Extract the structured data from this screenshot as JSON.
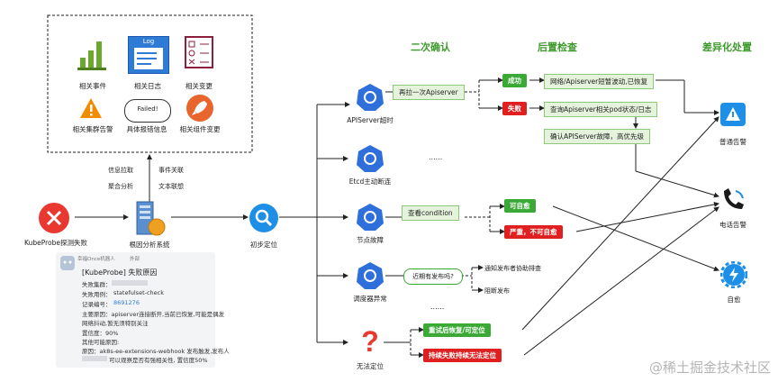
{
  "headers": {
    "confirm": "二次确认",
    "post_check": "后置检查",
    "differentiated": "差异化处置"
  },
  "evidence": {
    "events": "相关事件",
    "logs": "相关日志",
    "log_tag": "Log",
    "changes": "相关变更",
    "cluster_alerts": "相关集群告警",
    "error_info": "具体报错信息",
    "failed_bubble": "Failed!",
    "component_changes": "相关组件变更"
  },
  "flow": {
    "info_fetch": "信息拉取",
    "event_assoc": "事件关联",
    "aggregate": "聚合分析",
    "text_assoc": "文本联想",
    "probe_fail": "KubeProbe探测失败",
    "root_cause": "根因分析系统",
    "locate": "初步定位"
  },
  "branches": {
    "apiserver_timeout": "APIServer超时",
    "etcd_disconnect": "Etcd主动断连",
    "node_fault": "节点故障",
    "scheduler_error": "调度器异常",
    "cannot_locate": "无法定位",
    "ellipsis": "......",
    "ellipsis_scheduler": "......"
  },
  "actions": {
    "retry_apiserver": "再拉一次Apiserver",
    "success": "成功",
    "fail": "失败",
    "network_jitter": "网络/Apiserver短暂波动,已恢复",
    "query_pod": "查询Apiserver相关pod状态/日志",
    "confirm_fault": "确认APIServer故障，高优先级",
    "check_condition": "查看condition",
    "self_heal_ok": "可自愈",
    "severe_no_heal": "严重，不可自愈",
    "recent_release": "近期有发布吗?",
    "notify_release": "通知发布者协助排查",
    "block_release": "阻断发布",
    "retry_ok": "重试后恢复/可定位",
    "keep_fail": "持续失败持续无法定位"
  },
  "outcomes": {
    "normal_alert": "普通告警",
    "phone_alert": "电话告警",
    "self_heal": "自愈"
  },
  "card": {
    "sender": "幸福Once机器人",
    "tag": "外部",
    "title": "[KubeProbe] 失败原因",
    "cluster_label": "失败集群：",
    "case_label": "失败用例：",
    "case_value": "statefulset-check",
    "record_label": "记录编号：",
    "record_value": "8691276",
    "reason_line1": "主要原因：apiserver连接断开,当前已恢复,可能是偶发",
    "reason_line2": "网络抖动,暂无须特别关注",
    "confidence": "置信度：90%",
    "other_reasons": "其他可能原因:",
    "reason2_line1": "原因：ak8s-ee-extensions-webhook 发布触发,发布人",
    "reason2_line2": "可以观察是否有强相关性, 置信度50%"
  },
  "watermark": "@稀土掘金技术社区",
  "colors": {
    "accent_green": "#3aa935",
    "alert_red": "#e02020",
    "k8s_blue": "#2f6fdc",
    "tool_blue": "#1d8fe6",
    "header_green": "#3e9a2c"
  }
}
